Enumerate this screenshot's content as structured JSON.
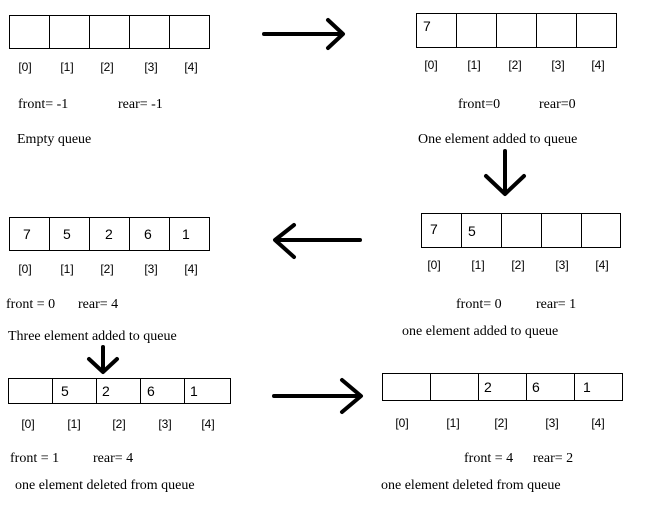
{
  "indices": [
    "[0]",
    "[1]",
    "[2]",
    "[3]",
    "[4]"
  ],
  "states": [
    {
      "cells": [
        "",
        "",
        "",
        "",
        ""
      ],
      "front": "front= -1",
      "rear": "rear= -1",
      "caption": "Empty queue"
    },
    {
      "cells": [
        "7",
        "",
        "",
        "",
        ""
      ],
      "front": "front=0",
      "rear": "rear=0",
      "caption": "One element added to queue"
    },
    {
      "cells": [
        "7",
        "5",
        "",
        "",
        ""
      ],
      "front": "front= 0",
      "rear": "rear= 1",
      "caption": "one element added to queue"
    },
    {
      "cells": [
        "7",
        "5",
        "2",
        "6",
        "1"
      ],
      "front": "front = 0",
      "rear": "rear= 4",
      "caption": "Three element added to queue"
    },
    {
      "cells": [
        "",
        "5",
        "2",
        "6",
        "1"
      ],
      "front": "front = 1",
      "rear": "rear= 4",
      "caption": "one element deleted from queue"
    },
    {
      "cells": [
        "",
        "",
        "2",
        "6",
        "1"
      ],
      "front": "front = 4",
      "rear": "rear= 2",
      "caption": "one element deleted from queue"
    }
  ]
}
